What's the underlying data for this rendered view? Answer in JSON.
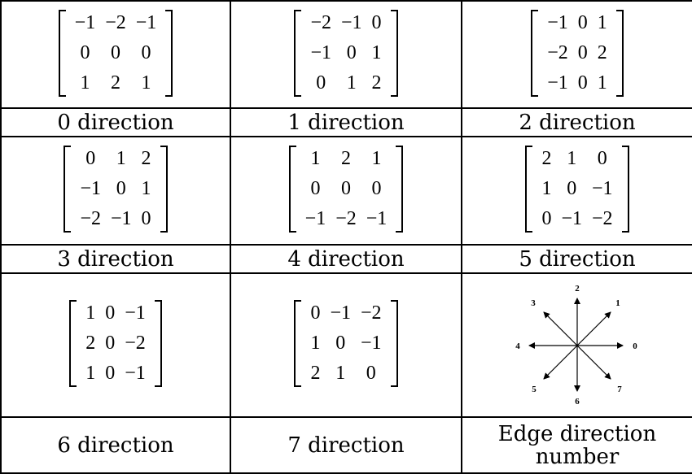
{
  "cells": [
    {
      "label": "0 direction",
      "matrix": [
        [
          "−1",
          "−2",
          "−1"
        ],
        [
          "0",
          "0",
          "0"
        ],
        [
          "1",
          "2",
          "1"
        ]
      ]
    },
    {
      "label": "1 direction",
      "matrix": [
        [
          "−2",
          "−1",
          "0"
        ],
        [
          "−1",
          "0",
          "1"
        ],
        [
          "0",
          "1",
          "2"
        ]
      ]
    },
    {
      "label": "2 direction",
      "matrix": [
        [
          "−1",
          "0",
          "1"
        ],
        [
          "−2",
          "0",
          "2"
        ],
        [
          "−1",
          "0",
          "1"
        ]
      ]
    },
    {
      "label": "3 direction",
      "matrix": [
        [
          "0",
          "1",
          "2"
        ],
        [
          "−1",
          "0",
          "1"
        ],
        [
          "−2",
          "−1",
          "0"
        ]
      ]
    },
    {
      "label": "4 direction",
      "matrix": [
        [
          "1",
          "2",
          "1"
        ],
        [
          "0",
          "0",
          "0"
        ],
        [
          "−1",
          "−2",
          "−1"
        ]
      ]
    },
    {
      "label": "5 direction",
      "matrix": [
        [
          "2",
          "1",
          "0"
        ],
        [
          "1",
          "0",
          "−1"
        ],
        [
          "0",
          "−1",
          "−2"
        ]
      ]
    },
    {
      "label": "6 direction",
      "matrix": [
        [
          "1",
          "0",
          "−1"
        ],
        [
          "2",
          "0",
          "−2"
        ],
        [
          "1",
          "0",
          "−1"
        ]
      ]
    },
    {
      "label": "7 direction",
      "matrix": [
        [
          "0",
          "−1",
          "−2"
        ],
        [
          "1",
          "0",
          "−1"
        ],
        [
          "2",
          "1",
          "0"
        ]
      ]
    }
  ],
  "compass": {
    "label": "Edge direction number",
    "directions": [
      "0",
      "1",
      "2",
      "3",
      "4",
      "5",
      "6",
      "7"
    ]
  }
}
